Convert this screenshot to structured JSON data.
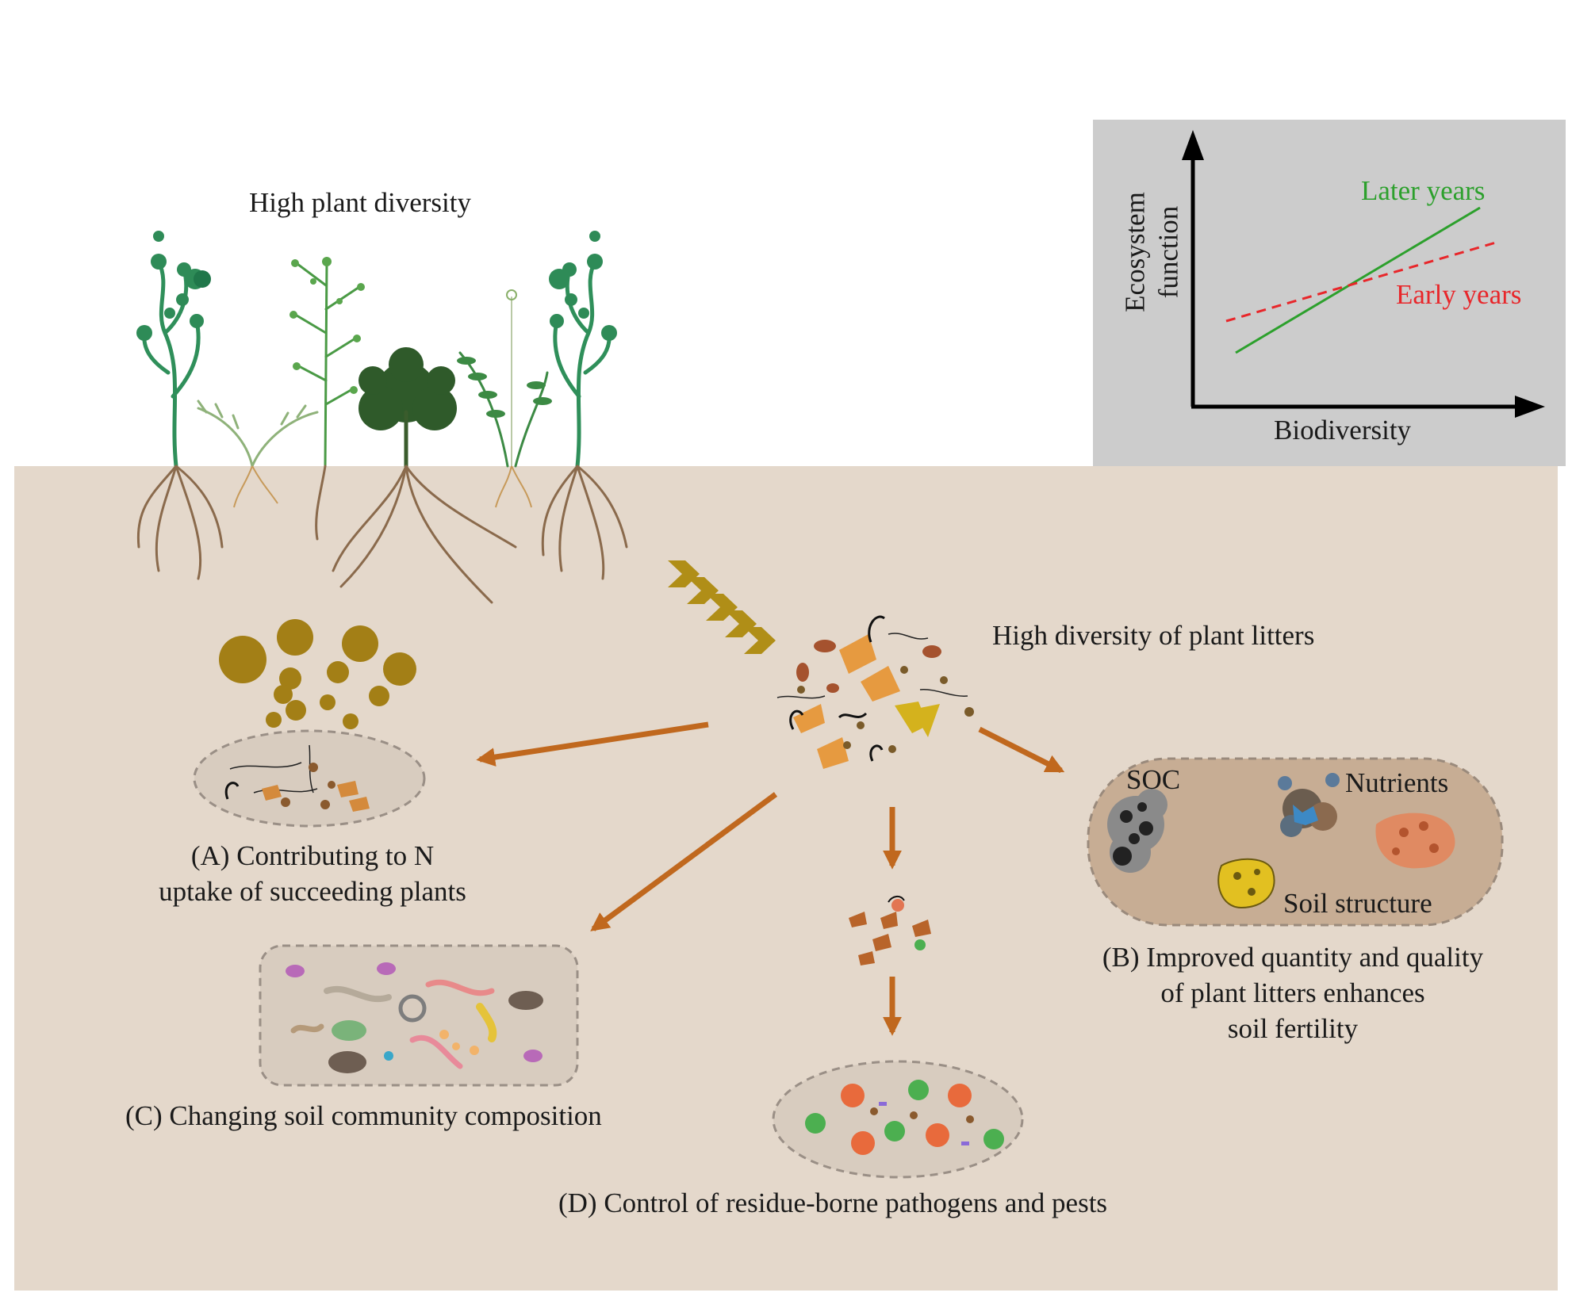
{
  "title": "High plant diversity",
  "litter_label": "High diversity of plant litters",
  "inset_chart": {
    "ylabel_line1": "Ecosystem",
    "ylabel_line2": "function",
    "xlabel": "Biodiversity",
    "later_label": "Later years",
    "early_label": "Early years",
    "later_color": "#2ca02c",
    "early_color": "#e8262a",
    "background": "#cccccc"
  },
  "panel_a": {
    "line1": "(A) Contributing to N",
    "line2": "uptake of succeeding plants"
  },
  "panel_b": {
    "soc": "SOC",
    "nutrients": "Nutrients",
    "soil_structure": "Soil structure",
    "line1": "(B) Improved quantity and quality",
    "line2": "of plant litters enhances",
    "line3": "soil fertility"
  },
  "panel_c": {
    "label": "(C) Changing soil community composition"
  },
  "panel_d": {
    "label": "(D) Control of residue-borne pathogens and pests"
  },
  "colors": {
    "soil": "#e4d8cb",
    "arrow": "#c0681e",
    "chevron": "#b08e17",
    "dots": "#a37f16"
  }
}
